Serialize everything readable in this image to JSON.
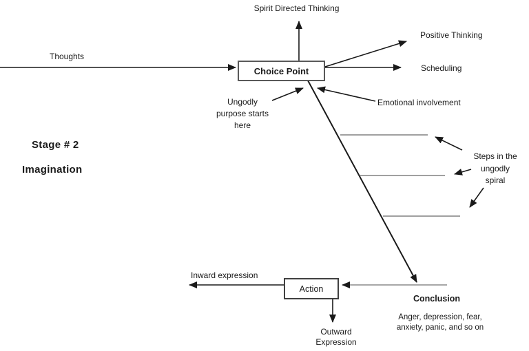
{
  "diagram": {
    "stage": {
      "line1": "Stage # 2",
      "line2": "Imagination"
    },
    "nodes": {
      "choice_point": "Choice Point",
      "action": "Action"
    },
    "labels": {
      "spirit": "Spirit Directed Thinking",
      "thoughts": "Thoughts",
      "positive_thinking": "Positive Thinking",
      "scheduling": "Scheduling",
      "emotional": "Emotional involvement",
      "ungodly_purpose": "Ungodly\npurpose starts\nhere",
      "steps_spiral": "Steps in the\nungodly\nspiral",
      "inward": "Inward expression",
      "outward": "Outward\nExpression",
      "conclusion": "Conclusion",
      "conclusion_desc": "Anger, depression, fear,\nanxiety, panic, and so on"
    },
    "colors": {
      "line": "#1a1a1a",
      "step_line": "#808080",
      "conclusion_line": "#8a8a8a",
      "choice_box_border": "#595959",
      "action_box_border": "#404040",
      "text": "#1a1a1a",
      "background": "#ffffff"
    }
  }
}
